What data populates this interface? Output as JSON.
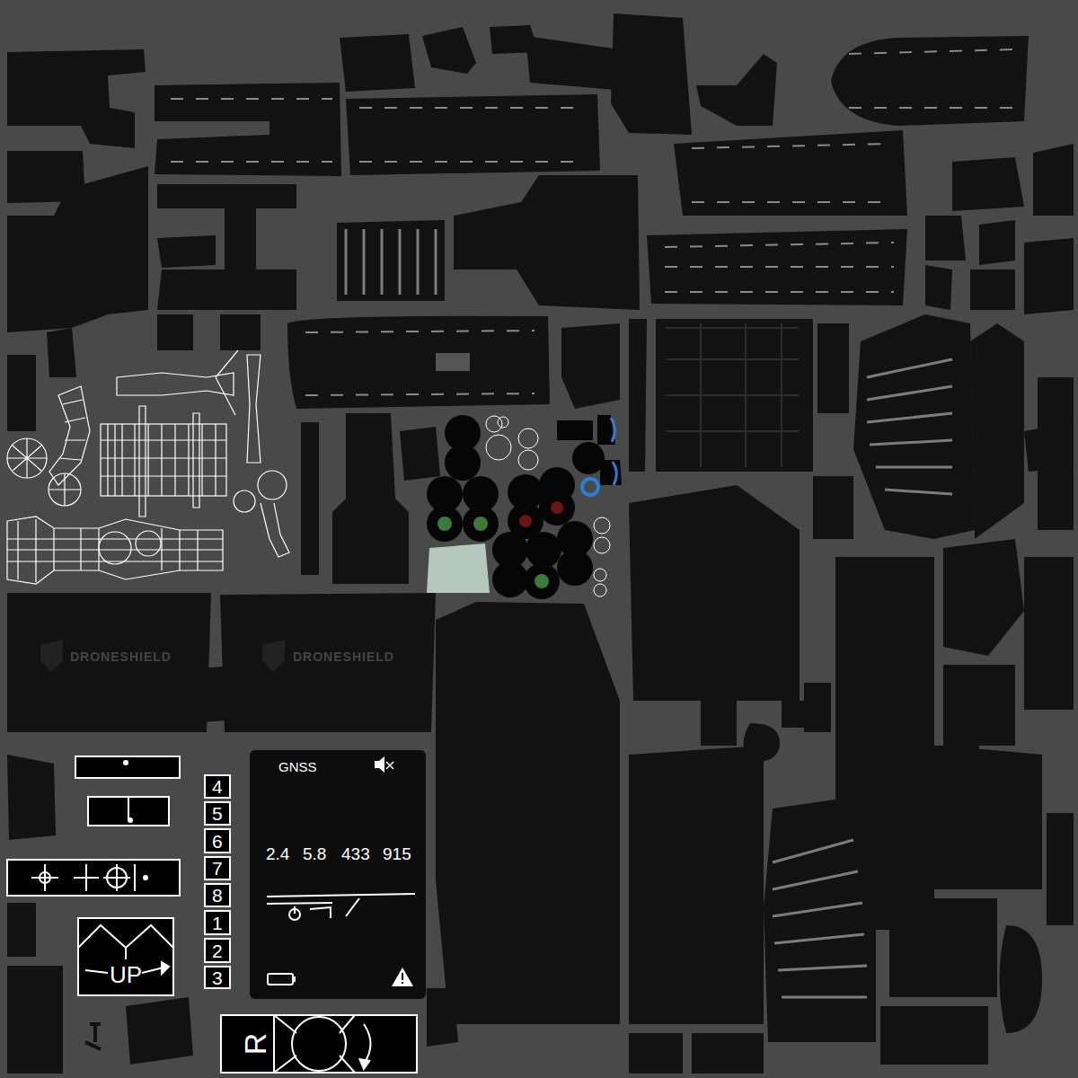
{
  "diagram": {
    "nodes": [
      {
        "text": [
          "4"
        ]
      },
      {
        "text": [
          "5"
        ]
      },
      {
        "text": [
          "6"
        ]
      },
      {
        "text": [
          "7"
        ]
      },
      {
        "text": [
          "8"
        ]
      },
      {
        "text": [
          "1"
        ]
      },
      {
        "text": [
          "2"
        ]
      },
      {
        "text": [
          "3"
        ]
      },
      {
        "text": [
          "GNSS",
          "2.4",
          "5.8",
          "433",
          "915"
        ]
      },
      {
        "text": [
          "UP"
        ]
      },
      {
        "text": [
          "R"
        ]
      }
    ],
    "labels": [
      "DRONESHIELD",
      "DRONESHIELD"
    ]
  }
}
